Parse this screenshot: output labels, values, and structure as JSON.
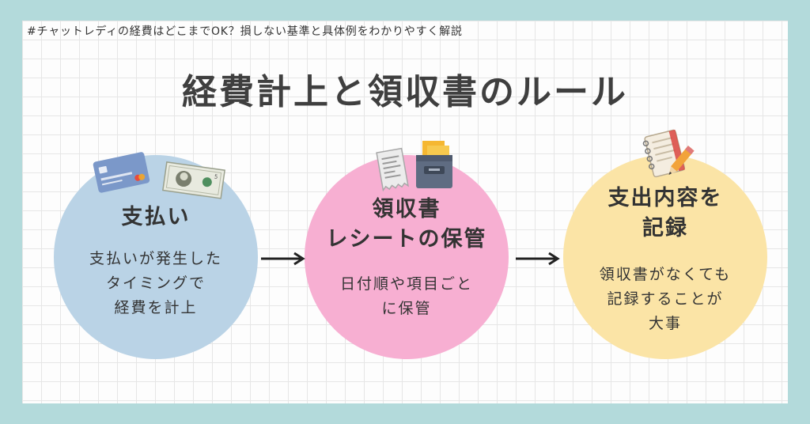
{
  "hashtag": "#チャットレディの経費はどこまでOK？損しない基準と具体例をわかりやすく解説",
  "title": "経費計上と領収書のルール",
  "steps": [
    {
      "heading": "支払い",
      "body": "支払いが発生した\nタイミングで\n経費を計上"
    },
    {
      "heading": "領収書\nレシートの保管",
      "body": "日付順や項目ごと\nに保管"
    },
    {
      "heading": "支出内容を\n記録",
      "body": "領収書がなくても\n記録することが\n大事"
    }
  ],
  "colors": {
    "frame": "#b3dadb",
    "step1": "#bad3e6",
    "step2": "#f7afd2",
    "step3": "#fbe4a6"
  },
  "icons": [
    "credit-card-icon",
    "banknote-icon",
    "receipt-icon",
    "file-box-icon",
    "notepad-icon",
    "pencil-icon",
    "arrow-right-icon"
  ]
}
